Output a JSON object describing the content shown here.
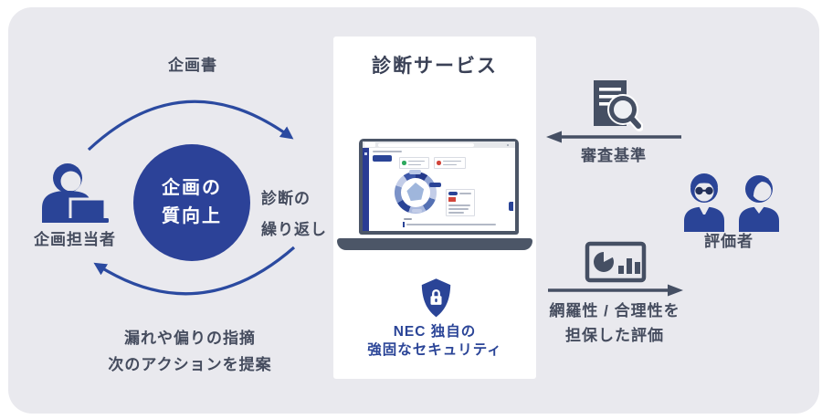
{
  "colors": {
    "primary_blue": "#2a4497",
    "arrow_blue": "#2b4aa0",
    "slate_gray": "#454f63",
    "text": "#454c5e",
    "panel_bg": "#e9e9ee",
    "card_bg": "#ffffff",
    "laptop_frame": "#4c5667",
    "status_green": "#2fa95f",
    "status_red": "#d2453a"
  },
  "left_cycle": {
    "top_arrow_label": "企画書",
    "actor_label": "企画担当者",
    "circle_line1": "企画の",
    "circle_line2": "質向上",
    "repeat_line1": "診断の",
    "repeat_line2": "繰り返し",
    "feedback_line1": "漏れや偏りの指摘",
    "feedback_line2": "次のアクションを提案"
  },
  "center_panel": {
    "title": "診断サービス",
    "security_line1": "NEC 独自の",
    "security_line2": "強固なセキュリティ"
  },
  "right_side": {
    "criteria_label": "審査基準",
    "evaluator_label": "評価者",
    "evaluation_line1": "網羅性 / 合理性を",
    "evaluation_line2": "担保した評価"
  },
  "icons": {
    "planner": "person-with-laptop-icon",
    "criteria": "document-search-icon",
    "evaluators": "two-evaluators-icon",
    "evaluation": "chart-report-icon",
    "security": "shield-lock-icon"
  }
}
